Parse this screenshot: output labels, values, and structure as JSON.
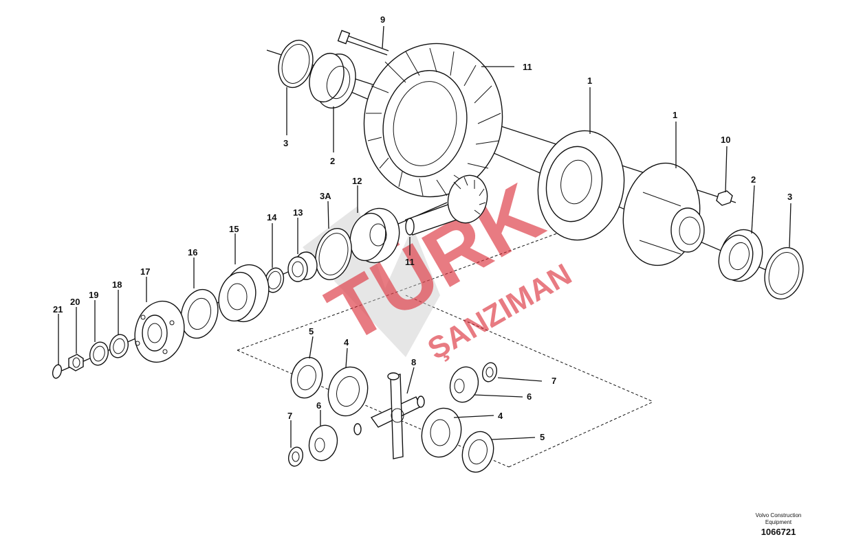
{
  "diagram": {
    "callouts": [
      "1",
      "1",
      "2",
      "2",
      "3",
      "3",
      "3A",
      "4",
      "4",
      "5",
      "5",
      "6",
      "6",
      "7",
      "7",
      "8",
      "9",
      "10",
      "11",
      "11",
      "12",
      "13",
      "14",
      "15",
      "16",
      "17",
      "18",
      "19",
      "20",
      "21"
    ]
  },
  "watermark": {
    "brand": "TÜRK",
    "sub": "ŞANZIMAN",
    "color": "#d9242f"
  },
  "credit": {
    "company_line1": "Volvo Construction",
    "company_line2": "Equipment",
    "figure_number": "1066721"
  }
}
